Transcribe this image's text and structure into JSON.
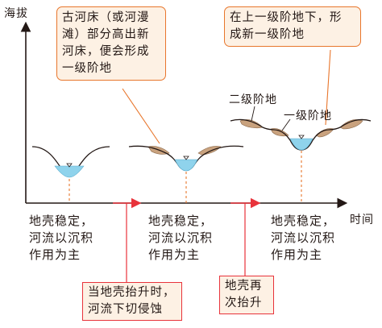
{
  "axes": {
    "y_label": "海拔",
    "x_label": "时间"
  },
  "callouts": {
    "top_left": [
      "古河床（或河漫",
      "滩）部分高出新",
      "河床，便会形成",
      "一级阶地"
    ],
    "top_right": [
      "在上一级阶地下，形",
      "成新一级阶地"
    ]
  },
  "terrace_labels": {
    "second": "二级阶地",
    "first": "一级阶地"
  },
  "stage_texts": [
    [
      "地壳稳定，",
      "河流以沉积",
      "作用为主"
    ],
    [
      "地壳稳定，",
      "河流以沉积",
      "作用为主"
    ],
    [
      "地壳稳定，",
      "河流以沉积",
      "作用为主"
    ]
  ],
  "process_boxes": {
    "uplift_1": [
      "当地壳抬升时，",
      "河流下切侵蚀"
    ],
    "uplift_2": [
      "地壳再",
      "次抬升"
    ]
  },
  "colors": {
    "axis": "#231815",
    "water": "#8fd3ec",
    "sediment": "#c9a27e",
    "arrow_red": "#e8333b",
    "callout_border": "#e8762c",
    "callout_fill": "#fdf1e4",
    "dashed": "#e8762c"
  }
}
